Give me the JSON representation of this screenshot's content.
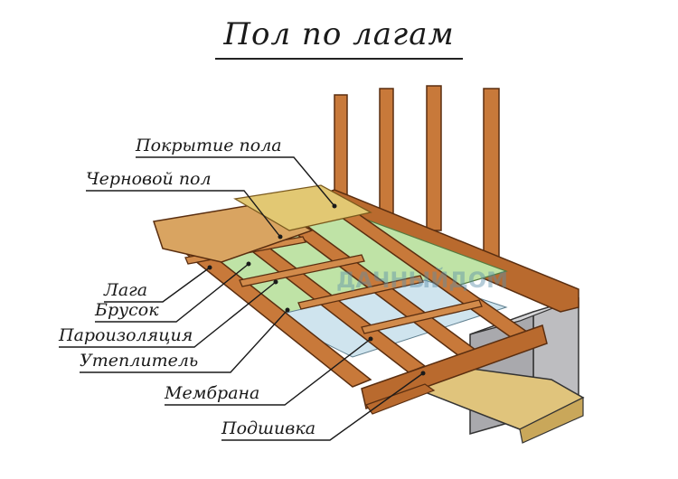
{
  "title": "Пол по лагам",
  "watermark": "ДАЧНЫЙДОМ",
  "labels": {
    "floor_covering": "Покрытие пола",
    "subfloor": "Черновой пол",
    "joist": "Лага",
    "bar": "Брусок",
    "vapor_barrier": "Пароизоляция",
    "insulation": "Утеплитель",
    "membrane": "Мембрана",
    "sheathing": "Подшивка"
  },
  "colors": {
    "wood": "#c8793a",
    "wood_dark": "#8a4a1e",
    "subfloor": "#d9a461",
    "covering": "#e2c873",
    "insulation": "#bfe3a6",
    "membrane": "#cfe4ee",
    "foundation": "#bdbdc0",
    "ink": "#1a1a1a"
  }
}
